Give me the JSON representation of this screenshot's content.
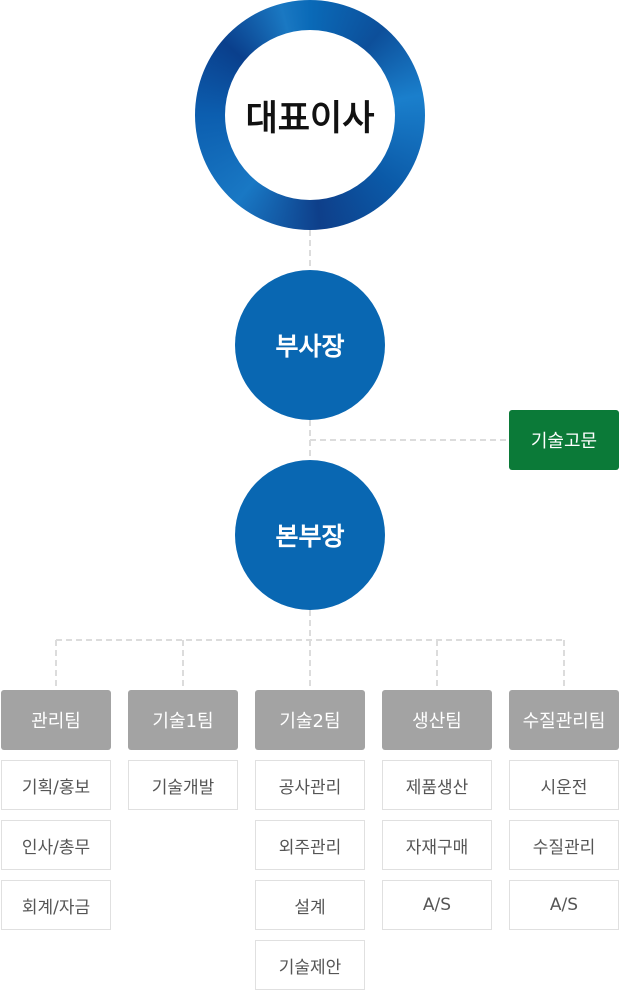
{
  "ceo": "대표이사",
  "vice_president": "부사장",
  "advisor": "기술고문",
  "division_head": "본부장",
  "teams": [
    {
      "name": "관리팀",
      "tasks": [
        "기획/홍보",
        "인사/총무",
        "회계/자금"
      ]
    },
    {
      "name": "기술1팀",
      "tasks": [
        "기술개발"
      ]
    },
    {
      "name": "기술2팀",
      "tasks": [
        "공사관리",
        "외주관리",
        "설계",
        "기술제안"
      ]
    },
    {
      "name": "생산팀",
      "tasks": [
        "제품생산",
        "자재구매",
        "A/S"
      ]
    },
    {
      "name": "수질관리팀",
      "tasks": [
        "시운전",
        "수질관리",
        "A/S"
      ]
    }
  ],
  "colors": {
    "executive_blue": "#0967b2",
    "advisor_green": "#0b7a38",
    "team_gray": "#a3a3a3",
    "connector": "#dddddd"
  }
}
